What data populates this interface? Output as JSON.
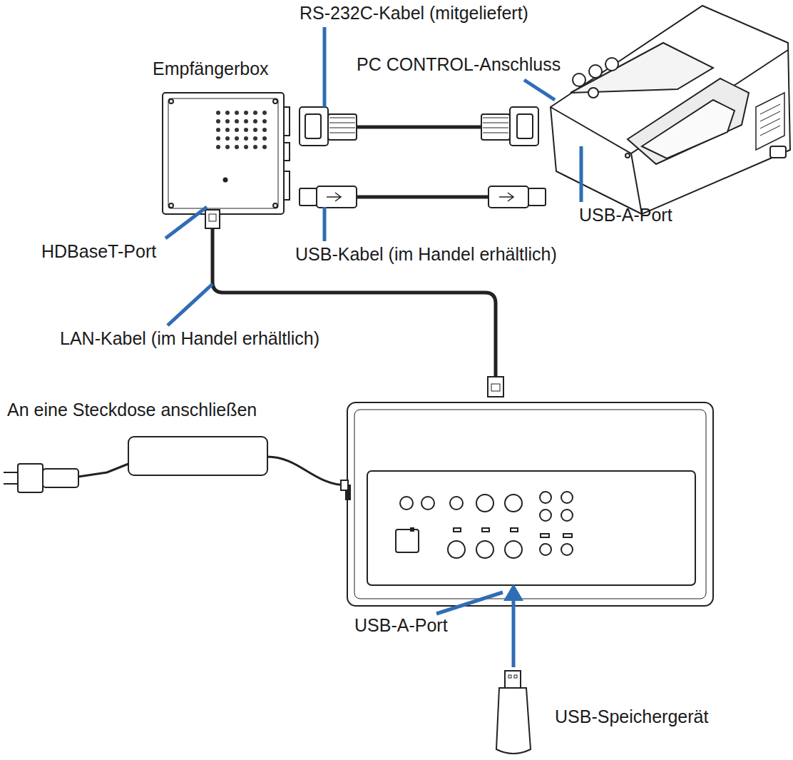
{
  "diagram": {
    "labels": [
      "RS-232C-Kabel (mitgeliefert)",
      "Empfängerbox",
      "PC CONTROL-Anschluss",
      "HDBaseT-Port",
      "USB-Kabel (im Handel erhältlich)",
      "USB-A-Port",
      "LAN-Kabel (im Handel erhältlich)",
      "An eine Steckdose anschließen",
      "USB-A-Port",
      "USB-Speichergerät"
    ]
  }
}
